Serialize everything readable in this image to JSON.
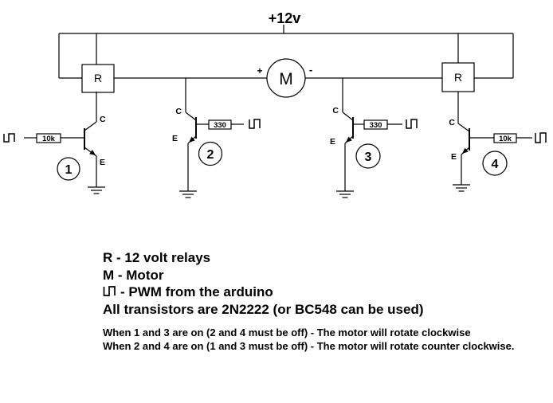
{
  "colors": {
    "ink": "#000000",
    "background": "#ffffff"
  },
  "icons": {
    "pwm": "square-wave-pulse",
    "ground": "earth-ground",
    "transistor": "npn-transistor"
  },
  "circuit": {
    "supply_label": "+12v",
    "relay_label": "R",
    "motor_label": "M",
    "motor_positive": "+",
    "motor_negative": "-",
    "collector_label": "C",
    "emitter_label": "E",
    "transistors": [
      {
        "number": "1",
        "resistor": "10k"
      },
      {
        "number": "2",
        "resistor": "330"
      },
      {
        "number": "3",
        "resistor": "330"
      },
      {
        "number": "4",
        "resistor": "10k"
      }
    ]
  },
  "legend": {
    "relays": "R - 12 volt relays",
    "motor": "M - Motor",
    "pwm": "- PWM from the arduino",
    "transistors": "All transistors are 2N2222 (or BC548 can be used)"
  },
  "notes": {
    "clockwise": "When 1 and 3 are on (2 and 4 must be off) - The motor will rotate clockwise",
    "counterclockwise": "When 2 and 4 are on (1 and 3 must be off) - The motor will rotate counter clockwise."
  }
}
